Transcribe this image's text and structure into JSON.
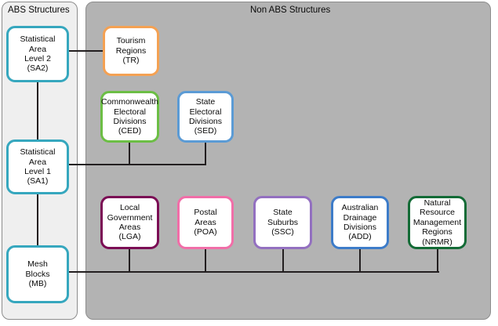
{
  "panels": {
    "abs": {
      "title": "ABS Structures",
      "bg": "#efefef",
      "border": "#8c8c8c"
    },
    "non_abs": {
      "title": "Non ABS Structures",
      "bg": "#b3b3b3",
      "border": "#8c8c8c"
    }
  },
  "nodes": [
    {
      "key": "sa2",
      "label": "Statistical\nArea\nLevel 2\n(SA2)",
      "abbr": "SA2",
      "group": "abs",
      "color": "#36A7BE"
    },
    {
      "key": "sa1",
      "label": "Statistical\nArea\nLevel 1\n(SA1)",
      "abbr": "SA1",
      "group": "abs",
      "color": "#36A7BE"
    },
    {
      "key": "mb",
      "label": "Mesh\nBlocks\n(MB)",
      "abbr": "MB",
      "group": "abs",
      "color": "#36A7BE"
    },
    {
      "key": "tr",
      "label": "Tourism\nRegions\n(TR)",
      "abbr": "TR",
      "group": "non_abs",
      "color": "#F4A153"
    },
    {
      "key": "ced",
      "label": "Commonwealth\nElectoral\nDivisions\n(CED)",
      "abbr": "CED",
      "group": "non_abs",
      "color": "#6CBE45"
    },
    {
      "key": "sed",
      "label": "State\nElectoral\nDivisions\n(SED)",
      "abbr": "SED",
      "group": "non_abs",
      "color": "#5B9BD5"
    },
    {
      "key": "lga",
      "label": "Local\nGovernment\nAreas\n(LGA)",
      "abbr": "LGA",
      "group": "non_abs",
      "color": "#7B0E55"
    },
    {
      "key": "poa",
      "label": "Postal\nAreas\n(POA)",
      "abbr": "POA",
      "group": "non_abs",
      "color": "#F16EA8"
    },
    {
      "key": "ssc",
      "label": "State\nSuburbs\n(SSC)",
      "abbr": "SSC",
      "group": "non_abs",
      "color": "#9370C0"
    },
    {
      "key": "add",
      "label": "Australian\nDrainage\nDivisions\n(ADD)",
      "abbr": "ADD",
      "group": "non_abs",
      "color": "#3D7CC9"
    },
    {
      "key": "nrmr",
      "label": "Natural\nResource\nManagement\nRegions\n(NRMR)",
      "abbr": "NRMR",
      "group": "non_abs",
      "color": "#136B36"
    }
  ],
  "connections": [
    {
      "from": "sa2",
      "to": "tr"
    },
    {
      "from": "sa2",
      "to": "sa1"
    },
    {
      "from": "sa1",
      "to": "ced"
    },
    {
      "from": "sa1",
      "to": "sed"
    },
    {
      "from": "sa1",
      "to": "mb"
    },
    {
      "from": "mb",
      "to": "lga"
    },
    {
      "from": "mb",
      "to": "poa"
    },
    {
      "from": "mb",
      "to": "ssc"
    },
    {
      "from": "mb",
      "to": "add"
    },
    {
      "from": "mb",
      "to": "nrmr"
    }
  ],
  "line_color": "#231f20"
}
